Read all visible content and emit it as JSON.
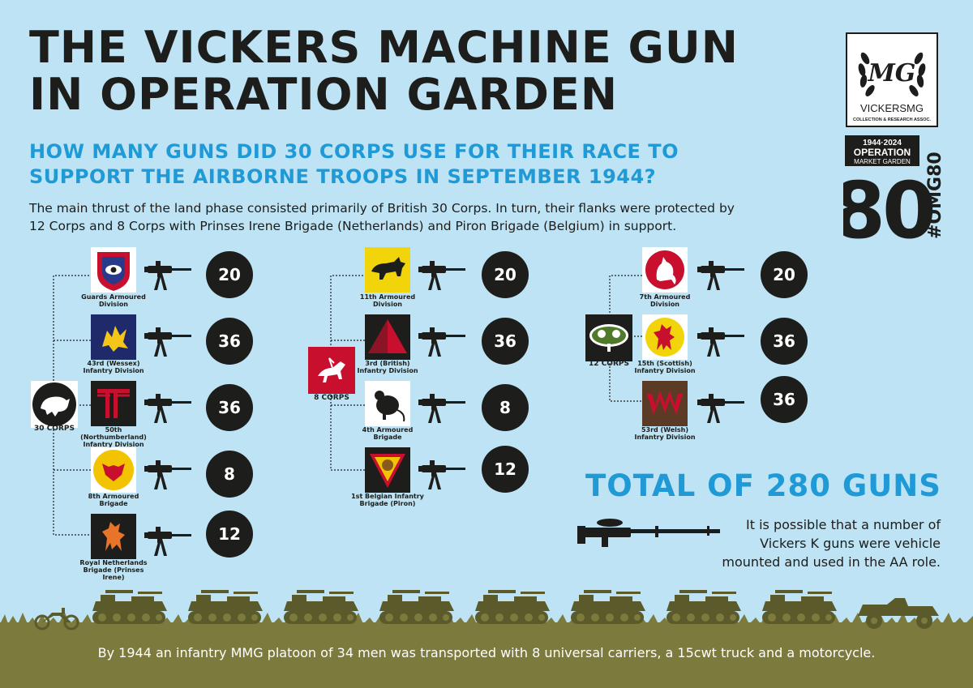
{
  "title": {
    "line1": "THE VICKERS MACHINE GUN",
    "line2": "IN OPERATION GARDEN"
  },
  "subtitle": {
    "line1": "HOW MANY GUNS DID 30 CORPS USE FOR THEIR RACE TO",
    "line2": "SUPPORT THE AIRBORNE TROOPS IN SEPTEMBER 1944?"
  },
  "intro": {
    "line1": "The main thrust of the land phase consisted primarily of British 30 Corps. In turn, their flanks were protected by",
    "line2": "12 Corps and 8 Corps with Prinses Irene Brigade (Netherlands) and Piron Brigade (Belgium) in support."
  },
  "logos": {
    "vmg_monogram": "MG",
    "vmg_name": "VICKERSMG",
    "vmg_sub": "COLLECTION & RESEARCH ASSOC.",
    "omg_years": "1944·2024",
    "omg_line1": "OPERATION",
    "omg_line2": "MARKET GARDEN",
    "omg_number": "80",
    "omg_hashtag": "#OMG80"
  },
  "groups": [
    {
      "corps": "30 CORPS",
      "divisions": [
        {
          "label": [
            "Guards Armoured",
            "Division"
          ],
          "count": "20"
        },
        {
          "label": [
            "43rd (Wessex)",
            "Infantry Division"
          ],
          "count": "36"
        },
        {
          "label": [
            "50th (Northumberland)",
            "Infantry Division"
          ],
          "count": "36"
        },
        {
          "label": [
            "8th Armoured",
            "Brigade"
          ],
          "count": "8"
        },
        {
          "label": [
            "Royal Netherlands",
            "Brigade (Prinses Irene)"
          ],
          "count": "12"
        }
      ]
    },
    {
      "corps": "8 CORPS",
      "divisions": [
        {
          "label": [
            "11th Armoured",
            "Division"
          ],
          "count": "20"
        },
        {
          "label": [
            "3rd (British)",
            "Infantry Division"
          ],
          "count": "36"
        },
        {
          "label": [
            "4th Armoured",
            "Brigade"
          ],
          "count": "8"
        },
        {
          "label": [
            "1st Belgian Infantry",
            "Brigade (Piron)"
          ],
          "count": "12"
        }
      ]
    },
    {
      "corps": "12 CORPS",
      "divisions": [
        {
          "label": [
            "7th Armoured",
            "Division"
          ],
          "count": "20"
        },
        {
          "label": [
            "15th (Scottish)",
            "Infantry Division"
          ],
          "count": "36"
        },
        {
          "label": [
            "53rd (Welsh)",
            "Infantry Division"
          ],
          "count": "36"
        }
      ]
    }
  ],
  "total": "TOTAL OF 280 GUNS",
  "note": {
    "line1": "It is possible that a number of",
    "line2": "Vickers K guns were vehicle",
    "line3": "mounted and used in the AA role."
  },
  "footer": "By 1944 an infantry MMG platoon of 34 men was transported with 8 universal carriers, a 15cwt truck and a motorcycle.",
  "icons": {
    "gun": "vickers-mmg-icon",
    "k_gun": "vickers-k-gun-icon",
    "carrier": "universal-carrier-icon",
    "truck": "truck-icon",
    "motorcycle": "motorcycle-icon"
  },
  "colors": {
    "background": "#bde3f4",
    "accent_blue": "#1f9ad6",
    "dark": "#1d1d1b",
    "olive": "#5a5a2a",
    "ground": "#7c7a3c"
  }
}
